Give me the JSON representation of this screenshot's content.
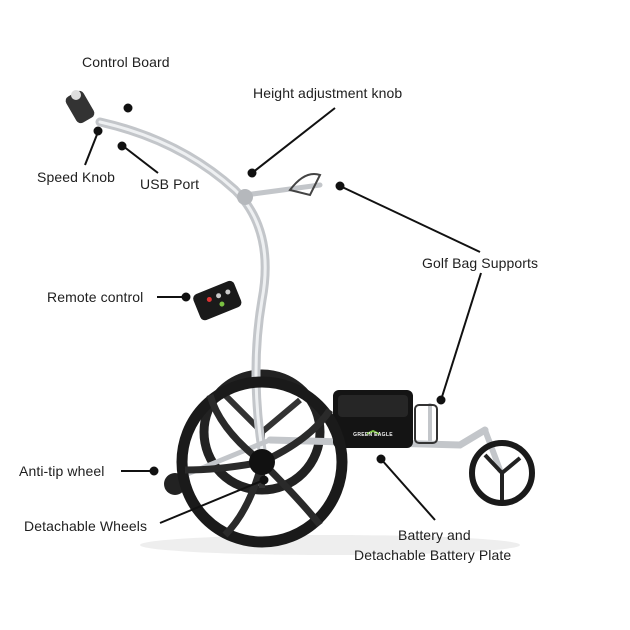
{
  "labels": {
    "control_board": "Control Board",
    "height_knob": "Height adjustment knob",
    "speed_knob": "Speed Knob",
    "usb_port": "USB Port",
    "golf_bag_supports": "Golf Bag Supports",
    "remote_control": "Remote control",
    "anti_tip_wheel": "Anti-tip wheel",
    "detachable_wheels": "Detachable Wheels",
    "battery_line1": "Battery and",
    "battery_line2": "Detachable Battery Plate"
  },
  "battery_brand": "GREEN EAGLE",
  "colors": {
    "frame": "#c9ccd0",
    "tyre": "#1a1a1a",
    "text": "#1e1e1e",
    "accent": "#7bc142"
  }
}
